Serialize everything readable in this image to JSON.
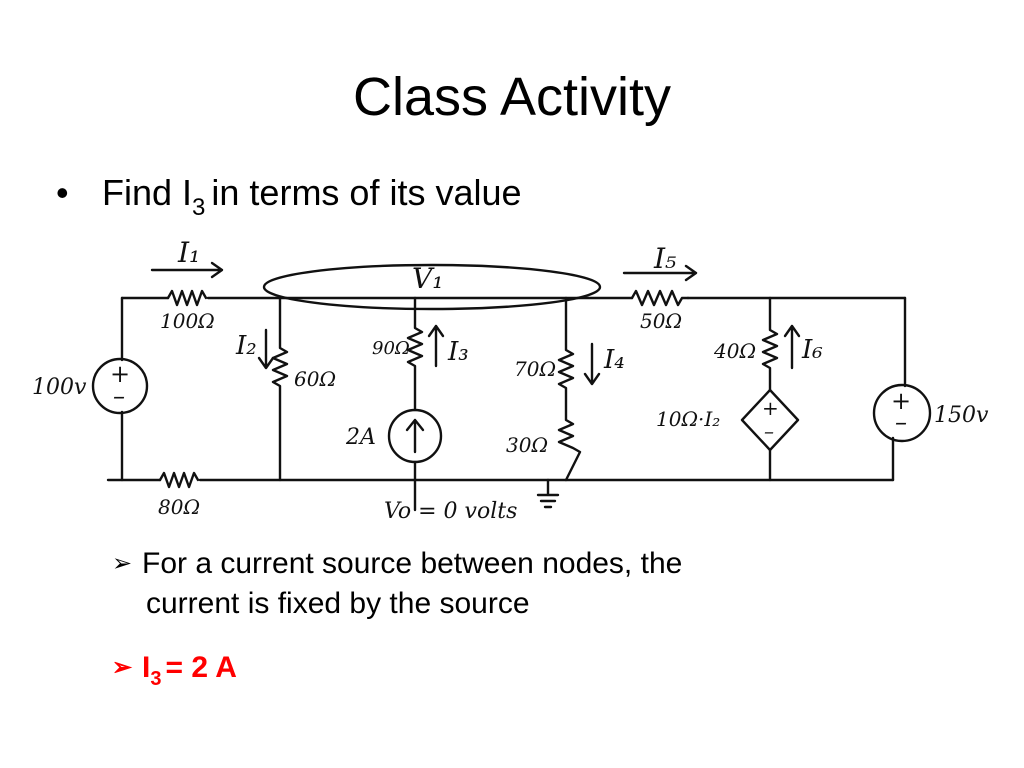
{
  "slide": {
    "title": "Class Activity",
    "bullet": {
      "prefix": "Find I",
      "subscript": "3",
      "suffix": "in terms of its value"
    },
    "sub_bullets": [
      {
        "line1": "For a current source between nodes, the",
        "line2": "current is fixed by the source"
      },
      {
        "prefix": "I",
        "subscript": "3",
        "suffix": "= 2 A",
        "color": "#ff0000"
      }
    ]
  },
  "circuit": {
    "labels": {
      "i1": "I₁",
      "r100": "100Ω",
      "v1": "V₁",
      "i5": "I₅",
      "r50": "50Ω",
      "i2": "I₂",
      "r60": "60Ω",
      "r90": "90Ω",
      "i3": "I₃",
      "r70": "70Ω",
      "i4": "I₄",
      "r40": "40Ω",
      "i6": "I₆",
      "v100": "100v",
      "cs2a": "2A",
      "dep": "10Ω·I₂",
      "r30": "30Ω",
      "v150": "150v",
      "r80": "80Ω",
      "vo": "Vo = 0 volts"
    }
  }
}
